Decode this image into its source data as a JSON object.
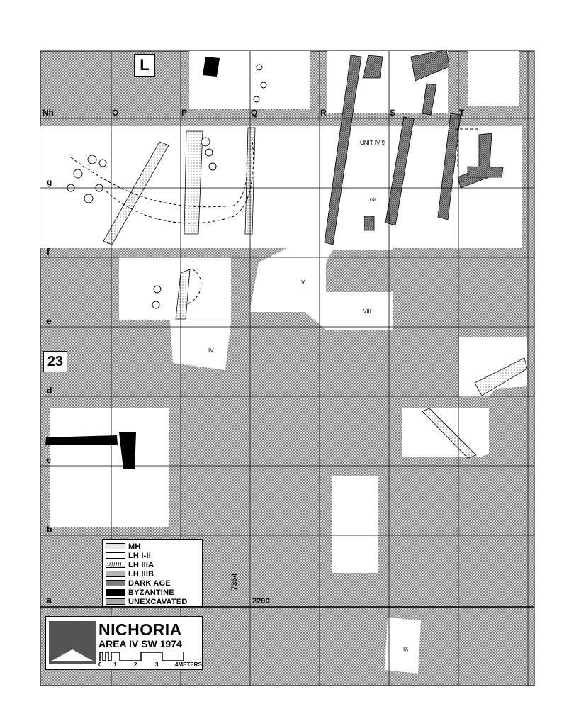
{
  "sheet": {
    "grid_letter": "L",
    "grid_number": "23"
  },
  "columns": [
    "Nh",
    "O",
    "P",
    "Q",
    "R",
    "S",
    "T"
  ],
  "rows": [
    "g",
    "f",
    "e",
    "d",
    "c",
    "b",
    "a"
  ],
  "units": {
    "iv9": "UNIT IV-9",
    "dp": "DP",
    "iv": "IV",
    "v": "V",
    "viii": "VIII",
    "ix": "IX"
  },
  "coordinates": {
    "north": "7364",
    "east": "2200"
  },
  "legend": [
    {
      "label": "MH",
      "swatch": "mh"
    },
    {
      "label": "LH I-II",
      "swatch": "lh12"
    },
    {
      "label": "LH IIIA",
      "swatch": "lh3a"
    },
    {
      "label": "LH IIIB",
      "swatch": "lh3b"
    },
    {
      "label": "DARK AGE",
      "swatch": "dark"
    },
    {
      "label": "BYZANTINE",
      "swatch": "byz"
    },
    {
      "label": "UNEXCAVATED",
      "swatch": "unex"
    }
  ],
  "title": {
    "name": "NICHORIA",
    "subtitle": "AREA IV SW 1974"
  },
  "scale": {
    "labels": [
      "0",
      ".1",
      "2",
      "3",
      "4METERS"
    ]
  },
  "colors": {
    "unexcavated": "#a9a9a9",
    "ink": "#000000",
    "paper": "#ffffff",
    "dark_age": "#7d7d7d",
    "lh_iiib": "#b4b4b4"
  }
}
